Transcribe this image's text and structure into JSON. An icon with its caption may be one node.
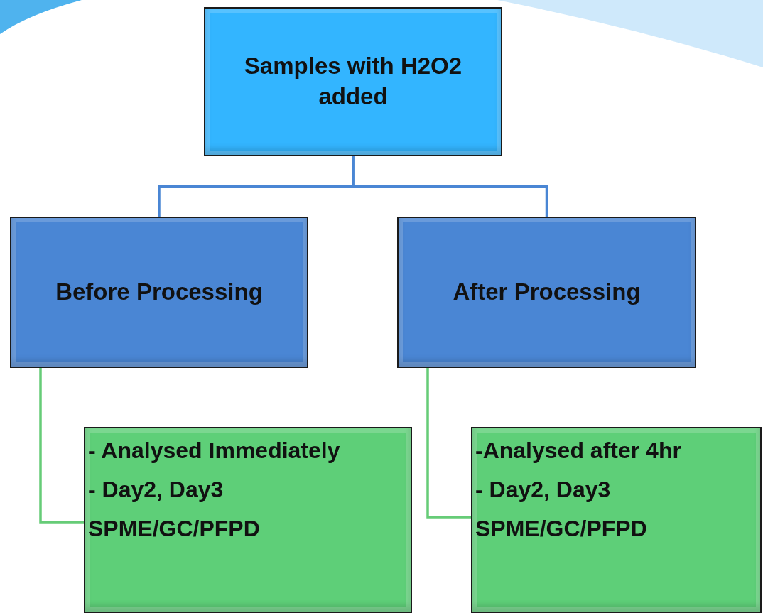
{
  "diagram": {
    "nodes": [
      {
        "text": [
          "Samples with H2O2 added"
        ]
      },
      {
        "text": [
          "Before Processing"
        ]
      },
      {
        "text": [
          "After Processing"
        ]
      },
      {
        "text": [
          "- Analysed Immediately",
          "- Day2, Day3",
          "SPME/GC/PFPD"
        ]
      },
      {
        "text": [
          "-Analysed after 4hr",
          "- Day2, Day3",
          "SPME/GC/PFPD"
        ]
      }
    ],
    "edges": [
      {
        "from": 0,
        "to": 1,
        "arrow": "none",
        "color": "#4a86d4"
      },
      {
        "from": 0,
        "to": 2,
        "arrow": "none",
        "color": "#4a86d4"
      },
      {
        "from": 1,
        "to": 3,
        "arrow": "none",
        "color": "#66cc77"
      },
      {
        "from": 2,
        "to": 4,
        "arrow": "none",
        "color": "#66cc77"
      }
    ]
  }
}
